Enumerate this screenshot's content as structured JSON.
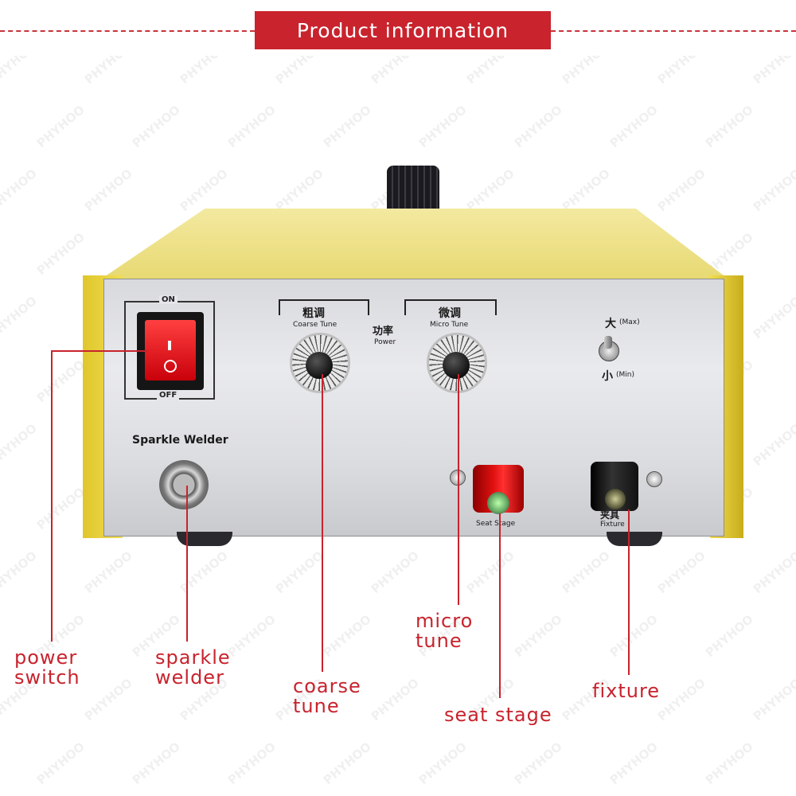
{
  "header": {
    "title": "Product information"
  },
  "watermark": {
    "text": "PHYHOO"
  },
  "device": {
    "switch": {
      "on_label": "ON",
      "off_label": "OFF",
      "mark_on": "I",
      "mark_off": "O"
    },
    "coarse": {
      "cn": "粗调",
      "en": "Coarse Tune"
    },
    "micro": {
      "cn": "微调",
      "en": "Micro Tune"
    },
    "power": {
      "cn": "功率",
      "en": "Power"
    },
    "level": {
      "max_cn": "大",
      "max_en": "(Max)",
      "min_cn": "小",
      "min_en": "(Min)"
    },
    "sparkle_label": "Sparkle Welder",
    "seat_stage_en": "Seat Stage",
    "fixture_cn": "夹具",
    "fixture_en": "Fixture"
  },
  "callouts": {
    "power_switch": [
      "power",
      "switch"
    ],
    "sparkle_welder": [
      "sparkle",
      "welder"
    ],
    "coarse_tune": [
      "coarse",
      "tune"
    ],
    "micro_tune": [
      "micro",
      "tune"
    ],
    "seat_stage": "seat stage",
    "fixture": "fixture"
  },
  "colors": {
    "accent": "#c8232d",
    "housing": "#f0dc50",
    "panel": "#e0e1e5"
  }
}
